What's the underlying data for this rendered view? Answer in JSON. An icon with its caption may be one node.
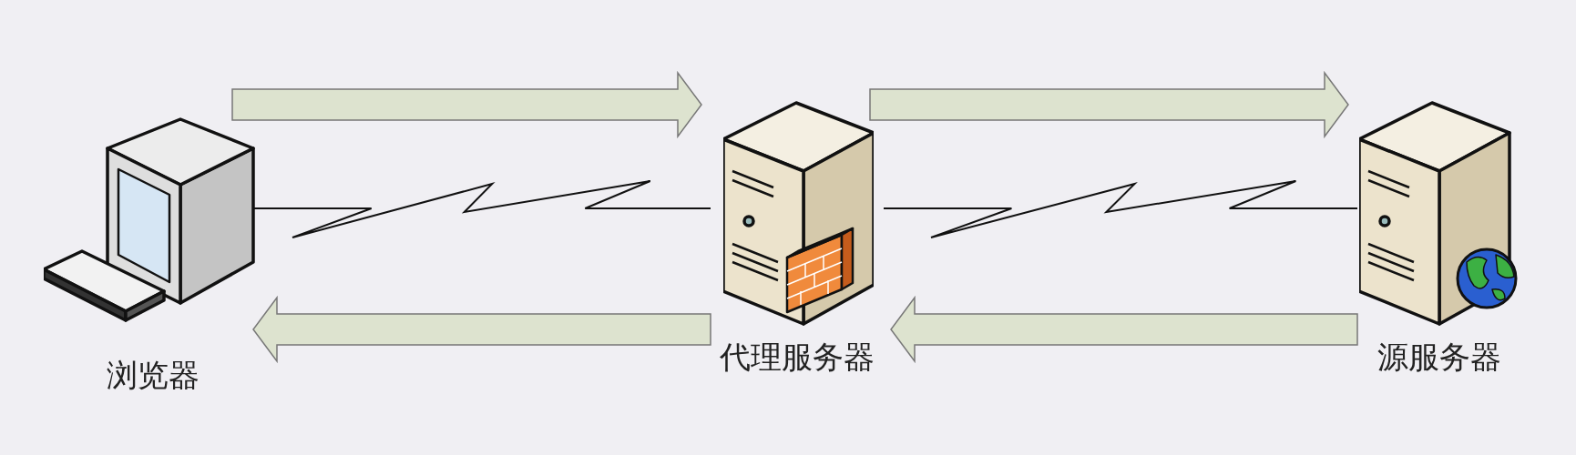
{
  "diagram": {
    "nodes": [
      {
        "text": [
          "浏览器"
        ]
      },
      {
        "text": [
          "代理服务器"
        ]
      },
      {
        "text": [
          "源服务器"
        ]
      }
    ],
    "edges": [
      {
        "from": 0,
        "to": 1,
        "arrow": "to"
      },
      {
        "from": 1,
        "to": 2,
        "arrow": "to"
      },
      {
        "from": 0,
        "to": 1,
        "arrow": "none"
      },
      {
        "from": 1,
        "to": 2,
        "arrow": "none"
      },
      {
        "from": 1,
        "to": 0,
        "arrow": "to"
      },
      {
        "from": 2,
        "to": 1,
        "arrow": "to"
      }
    ]
  }
}
